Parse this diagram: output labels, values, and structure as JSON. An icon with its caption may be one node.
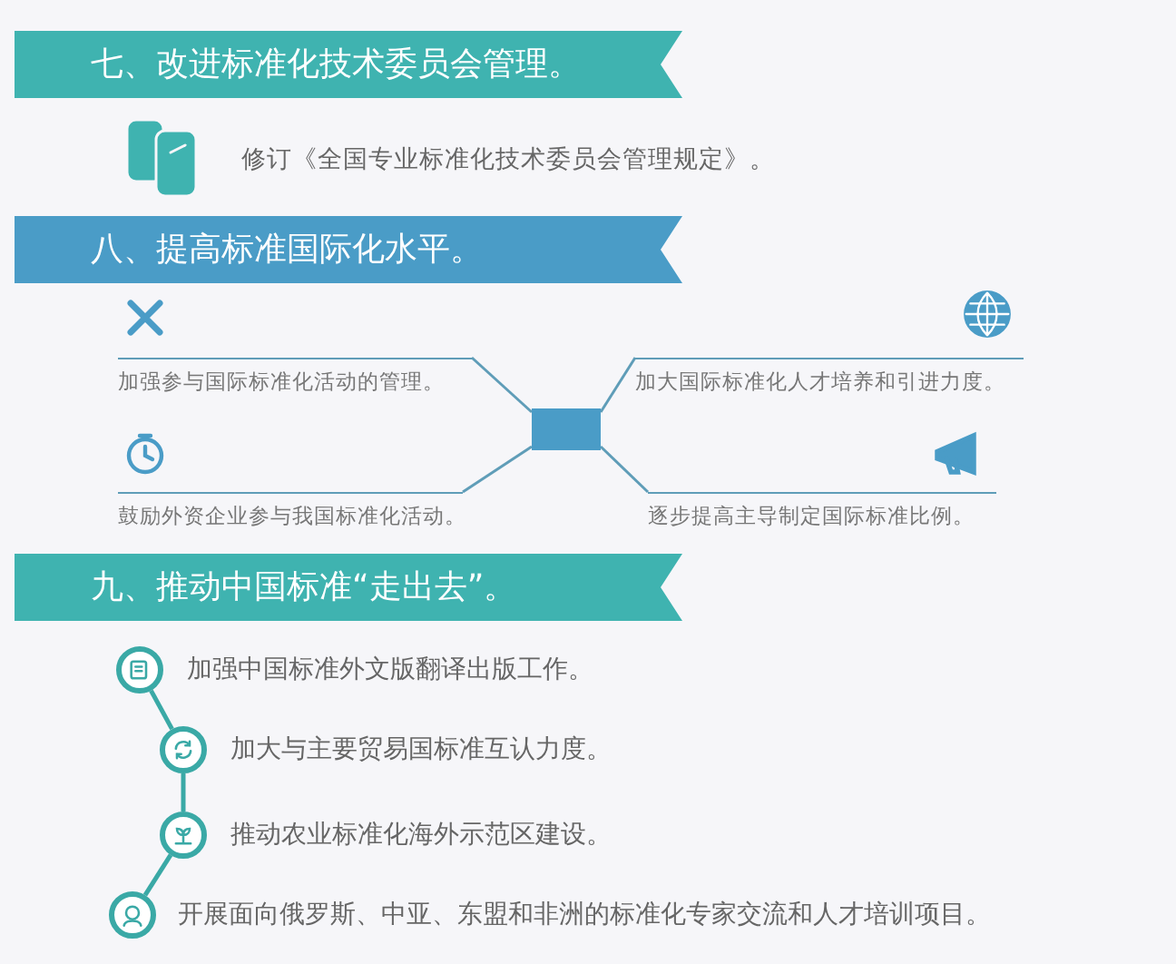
{
  "diagram": {
    "nodes": [
      {
        "text": [
          "七、改进标准化技术委员会管理。"
        ]
      },
      {
        "text": [
          "八、提高标准国际化水平。"
        ]
      },
      {
        "text": [
          "加强参与国际标准化活动的管理。"
        ]
      },
      {
        "text": [
          "鼓励外资企业参与我国标准化活动。"
        ]
      },
      {
        "text": [],
        "shape": "box"
      },
      {
        "text": [
          "加大国际标准化人才培养和引进力度。"
        ]
      },
      {
        "text": [
          "逐步提高主导制定国际标准比例。"
        ]
      },
      {
        "text": [
          "九、推动中国标准“走出去”。"
        ]
      },
      {
        "text": [],
        "shape": "circle",
        "beside": [
          "加强中国标准外文版翻译出版工作。"
        ]
      },
      {
        "text": [],
        "shape": "circle",
        "beside": [
          "加大与主要贸易国标准互认力度。"
        ]
      },
      {
        "text": [],
        "shape": "circle",
        "beside": [
          "推动农业标准化海外示范区建设。"
        ]
      },
      {
        "text": [],
        "shape": "circle",
        "beside": [
          "开展面向俄罗斯、中亚、东盟和非洲的标准化专家交流和人才培训项目。"
        ]
      }
    ],
    "edges": [
      {
        "from": 4,
        "to": 2,
        "arrow": "none"
      },
      {
        "from": 4,
        "to": 3,
        "arrow": "none"
      },
      {
        "from": 4,
        "to": 5,
        "arrow": "none"
      },
      {
        "from": 4,
        "to": 6,
        "arrow": "none"
      },
      {
        "from": 8,
        "to": 9,
        "arrow": "none"
      },
      {
        "from": 9,
        "to": 10,
        "arrow": "none"
      },
      {
        "from": 10,
        "to": 11,
        "arrow": "none"
      }
    ],
    "labels": [
      "修订《全国专业标准化技术委员会管理规定》。"
    ]
  }
}
